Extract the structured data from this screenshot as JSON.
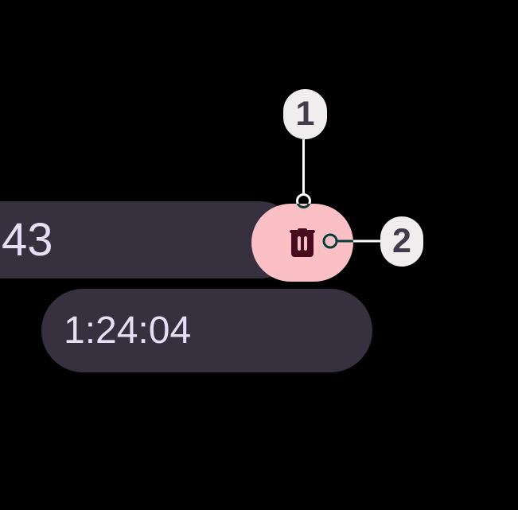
{
  "background_color": "#000000",
  "stopwatch": {
    "main_time_fragment": "43",
    "lap_time": "1:24:04",
    "chip_bg_color": "#37313F",
    "time_text_color": "#E6DEF5"
  },
  "delete_button": {
    "icon": "delete-trash-icon",
    "bg_color": "#FBBFC6",
    "icon_color": "#470D1E"
  },
  "callouts": {
    "style": {
      "bubble_bg_color": "#EFEDEE",
      "number_color": "#3F3C4B",
      "connector_color": "#FFFFFF"
    },
    "items": [
      {
        "number": "1",
        "target": "delete-button-top"
      },
      {
        "number": "2",
        "target": "delete-button-right"
      }
    ]
  }
}
